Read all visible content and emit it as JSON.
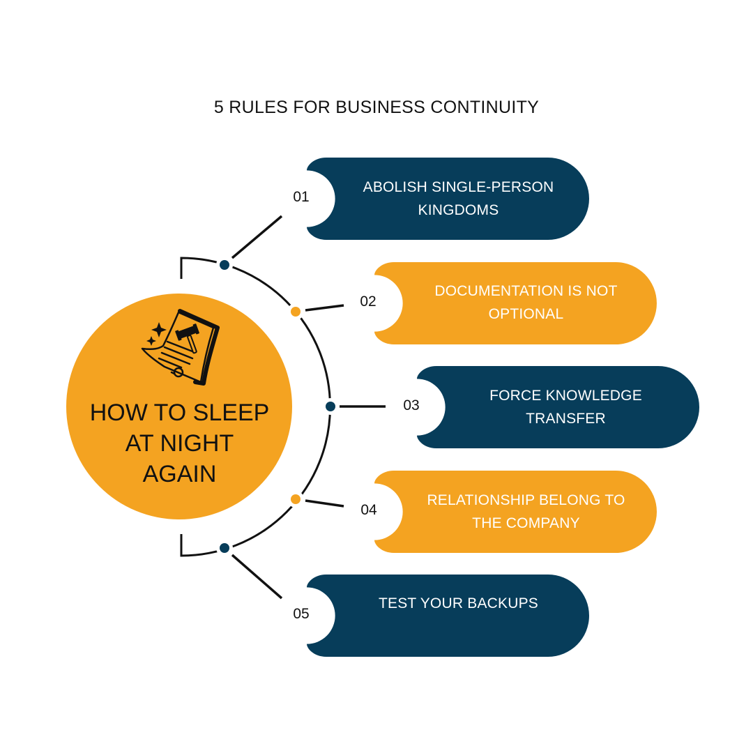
{
  "title": "5 RULES FOR BUSINESS CONTINUITY",
  "hub": {
    "title_lines": [
      "HOW TO SLEEP",
      "AT NIGHT",
      "AGAIN"
    ],
    "icon": "legal-document-gavel-icon",
    "color": "#F4A321"
  },
  "colors": {
    "navy": "#073D5A",
    "orange": "#F4A321",
    "line": "#111111"
  },
  "rules": [
    {
      "number": "01",
      "lines": [
        "ABOLISH SINGLE-PERSON",
        "KINGDOMS"
      ],
      "color": "navy"
    },
    {
      "number": "02",
      "lines": [
        "DOCUMENTATION IS NOT",
        "OPTIONAL"
      ],
      "color": "orange"
    },
    {
      "number": "03",
      "lines": [
        "FORCE KNOWLEDGE",
        "TRANSFER"
      ],
      "color": "navy"
    },
    {
      "number": "04",
      "lines": [
        "RELATIONSHIP BELONG TO",
        "THE COMPANY"
      ],
      "color": "orange"
    },
    {
      "number": "05",
      "lines": [
        "TEST YOUR BACKUPS"
      ],
      "color": "navy"
    }
  ]
}
